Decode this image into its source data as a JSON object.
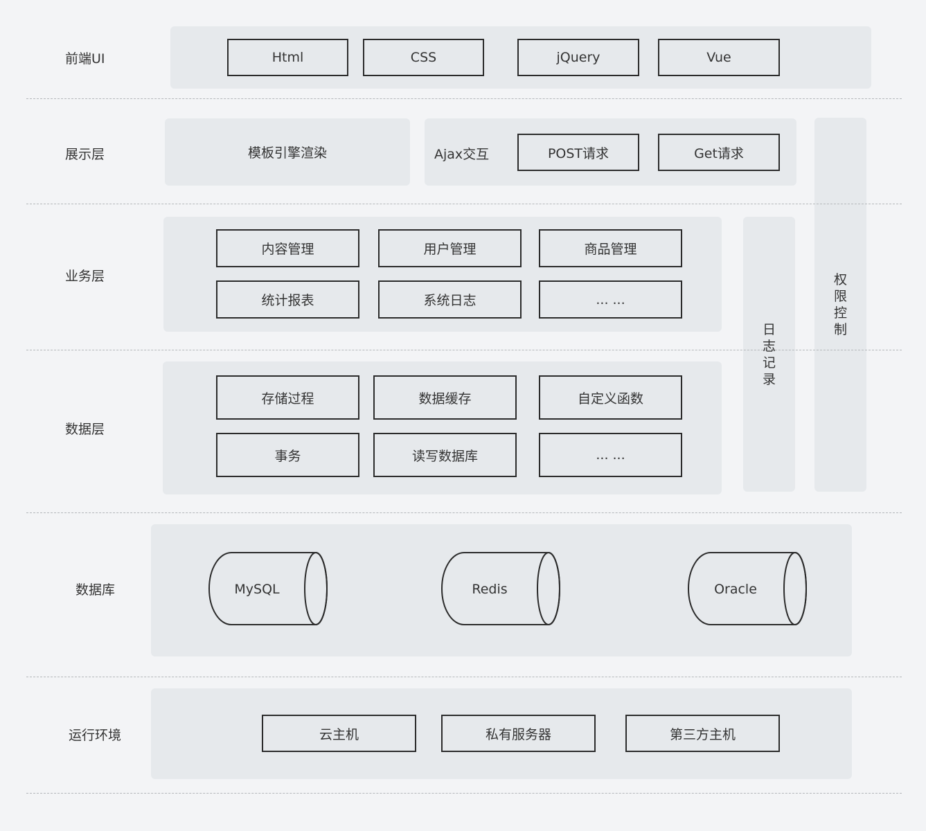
{
  "layers": {
    "frontend": {
      "label": "前端UI",
      "items": [
        "Html",
        "CSS",
        "jQuery",
        "Vue"
      ]
    },
    "presentation": {
      "label": "展示层",
      "template": "模板引擎渲染",
      "ajax_label": "Ajax交互",
      "items": [
        "POST请求",
        "Get请求"
      ]
    },
    "business": {
      "label": "业务层",
      "items": [
        "内容管理",
        "用户管理",
        "商品管理",
        "统计报表",
        "系统日志",
        "... ..."
      ]
    },
    "data": {
      "label": "数据层",
      "items": [
        "存储过程",
        "数据缓存",
        "自定义函数",
        "事务",
        "读写数据库",
        "... ..."
      ]
    },
    "database": {
      "label": "数据库",
      "items": [
        "MySQL",
        "Redis",
        "Oracle"
      ]
    },
    "runtime": {
      "label": "运行环境",
      "items": [
        "云主机",
        "私有服务器",
        "第三方主机"
      ]
    }
  },
  "side": {
    "log": [
      "日",
      "志",
      "记",
      "录"
    ],
    "permission": [
      "权",
      "限",
      "控",
      "制"
    ]
  }
}
